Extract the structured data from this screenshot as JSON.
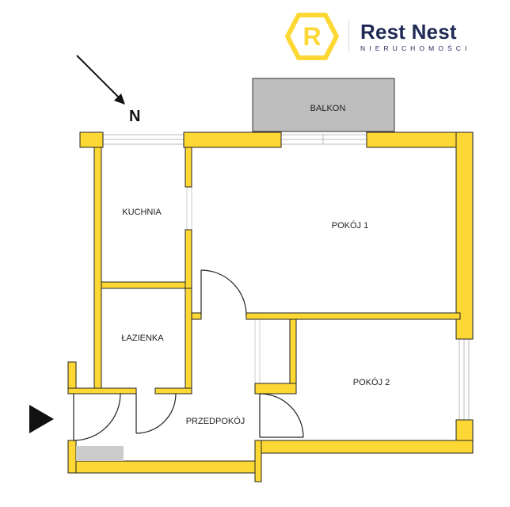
{
  "brand": {
    "name": "Rest Nest",
    "subtitle": "NIERUCHOMOŚCI",
    "logo_letter": "R",
    "logo_color": "#fdd835",
    "text_color": "#1f2a55"
  },
  "compass": {
    "label": "N"
  },
  "entrance": {
    "icon": "entrance-arrow-icon"
  },
  "colors": {
    "wall": "#fdd835",
    "wall_edge": "#222222",
    "balcony": "#bdbdbd"
  },
  "rooms": {
    "balkon": "BALKON",
    "kuchnia": "KUCHNIA",
    "pokoj1": "POKÓJ 1",
    "lazienka": "ŁAZIENKA",
    "pokoj2": "POKÓJ 2",
    "przedpokoj": "PRZEDPOKÓJ"
  }
}
